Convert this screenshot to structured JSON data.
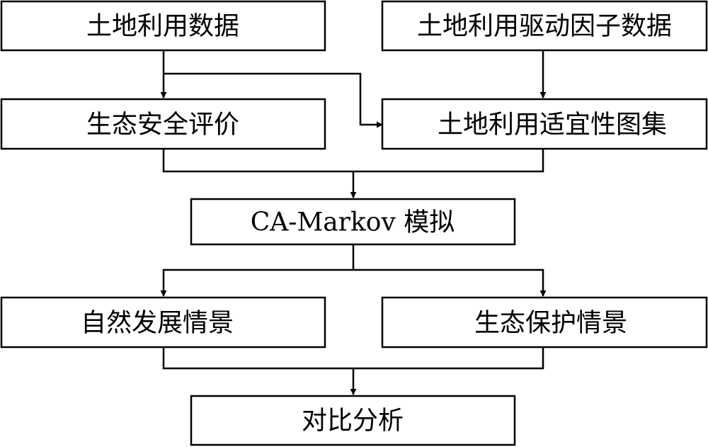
{
  "nodes": {
    "land_use_data": {
      "label": "土地利用数据"
    },
    "driving_factor_data": {
      "label": "土地利用驱动因子数据"
    },
    "ecological_security_evaluation": {
      "label": "生态安全评价"
    },
    "land_suitability_atlas": {
      "label": "土地利用适宜性图集"
    },
    "ca_markov_simulation": {
      "label": "CA-Markov 模拟"
    },
    "natural_development_scenario": {
      "label": "自然发展情景"
    },
    "ecological_protection_scenario": {
      "label": "生态保护情景"
    },
    "comparative_analysis": {
      "label": "对比分析"
    }
  },
  "edges": [
    {
      "from": "land_use_data",
      "to": "ecological_security_evaluation"
    },
    {
      "from": "land_use_data",
      "to": "land_suitability_atlas"
    },
    {
      "from": "driving_factor_data",
      "to": "land_suitability_atlas"
    },
    {
      "from": "ecological_security_evaluation",
      "to": "ca_markov_simulation"
    },
    {
      "from": "land_suitability_atlas",
      "to": "ca_markov_simulation"
    },
    {
      "from": "ca_markov_simulation",
      "to": "natural_development_scenario"
    },
    {
      "from": "ca_markov_simulation",
      "to": "ecological_protection_scenario"
    },
    {
      "from": "natural_development_scenario",
      "to": "comparative_analysis"
    },
    {
      "from": "ecological_protection_scenario",
      "to": "comparative_analysis"
    }
  ]
}
